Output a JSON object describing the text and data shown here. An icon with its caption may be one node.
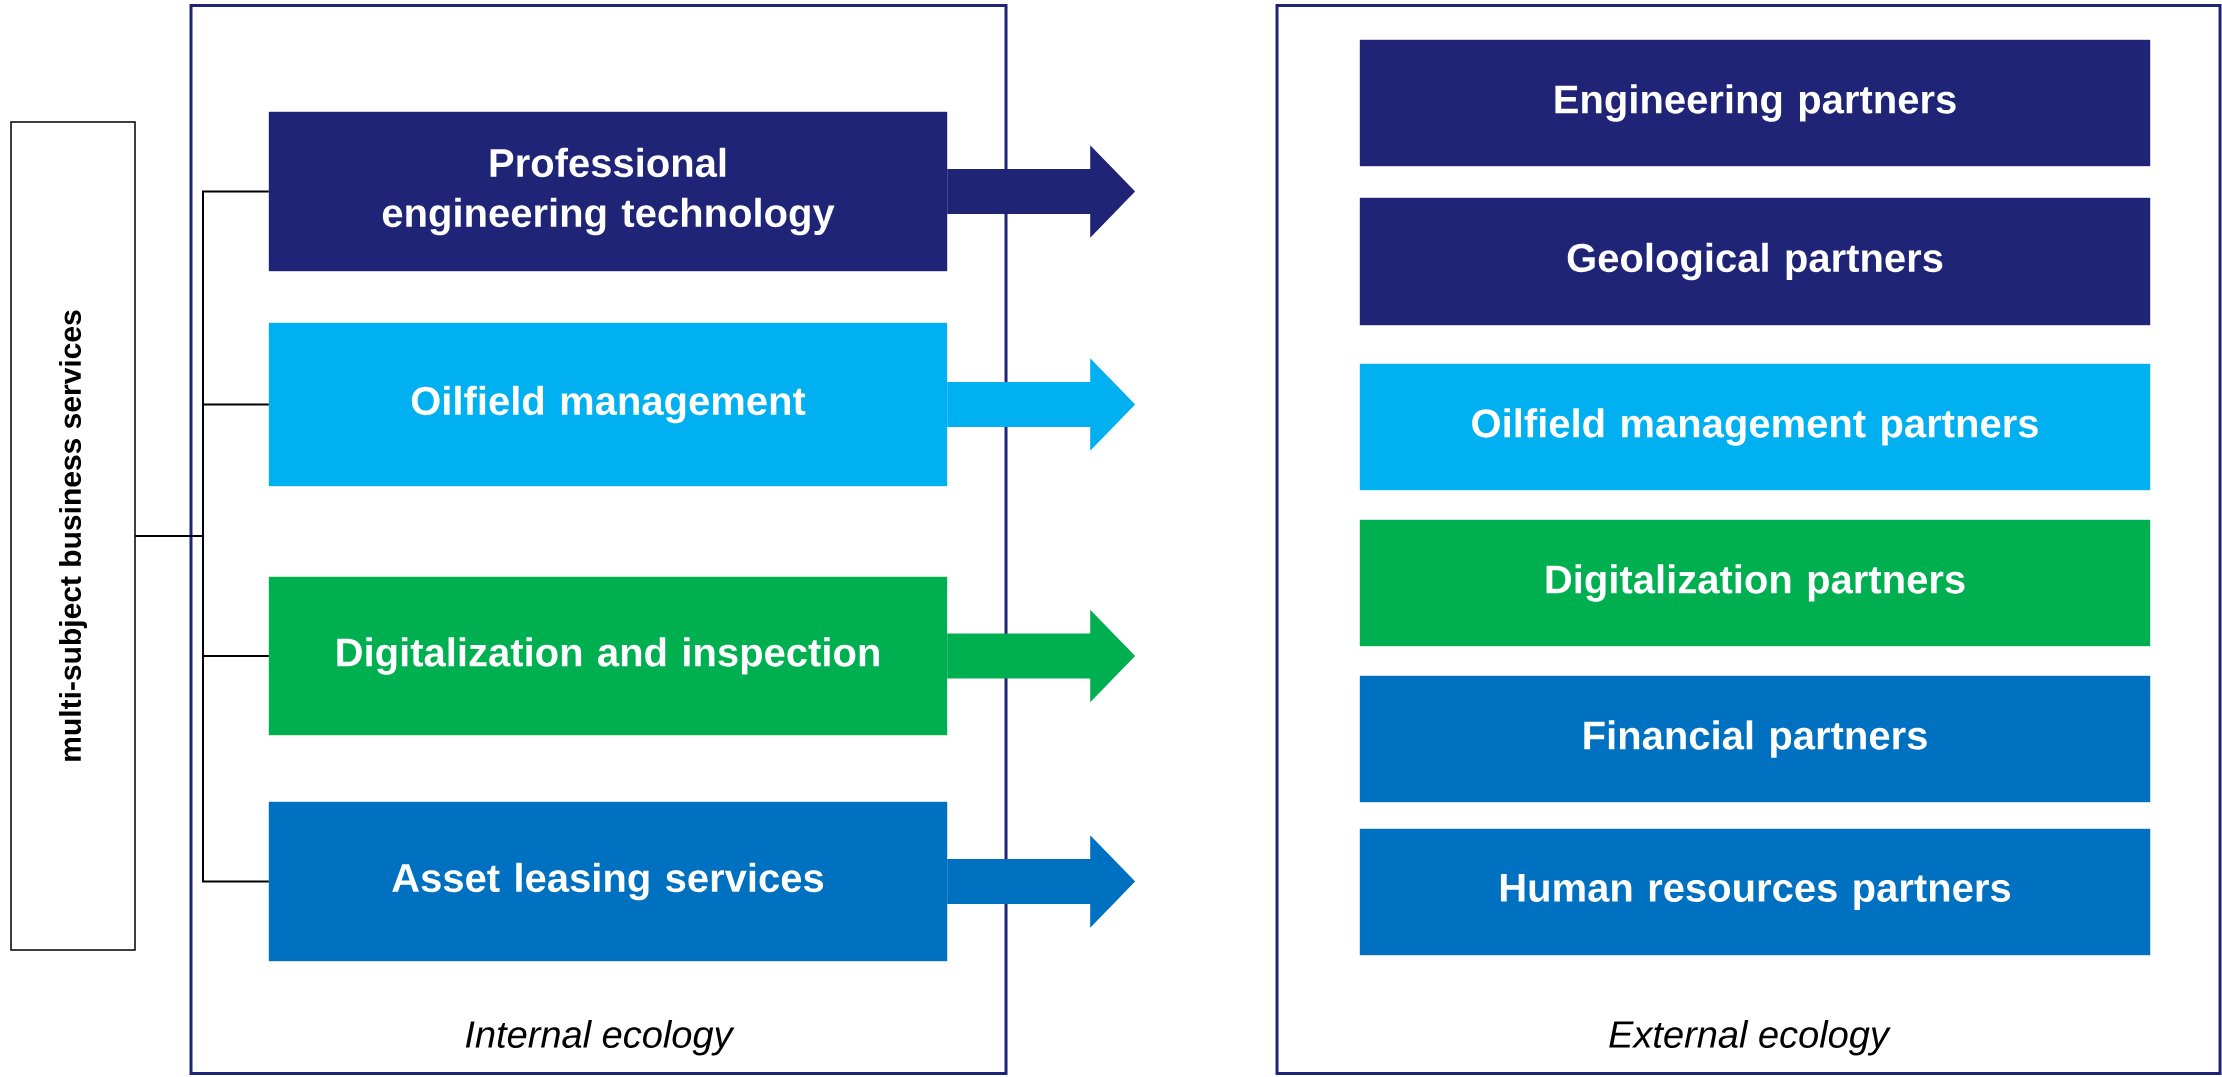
{
  "diagram": {
    "nodes": [
      {
        "text": [
          "multi-subject business services"
        ]
      },
      {
        "text": [
          "Internal ecology"
        ]
      },
      {
        "text": [
          "Professional engineering technology"
        ],
        "in": 1
      },
      {
        "text": [
          "Oilfield management"
        ],
        "in": 1
      },
      {
        "text": [
          "Digitalization and inspection"
        ],
        "in": 1
      },
      {
        "text": [
          "Asset leasing services"
        ],
        "in": 1
      },
      {
        "text": [
          "External ecology"
        ]
      },
      {
        "text": [
          "Engineering partners"
        ],
        "in": 6
      },
      {
        "text": [
          "Geological partners"
        ],
        "in": 6
      },
      {
        "text": [
          "Oilfield management partners"
        ],
        "in": 6
      },
      {
        "text": [
          "Digitalization partners"
        ],
        "in": 6
      },
      {
        "text": [
          "Financial partners"
        ],
        "in": 6
      },
      {
        "text": [
          "Human resources partners"
        ],
        "in": 6
      }
    ],
    "edges": [
      {
        "from": 0,
        "to": 2,
        "arrow": "none"
      },
      {
        "from": 0,
        "to": 3,
        "arrow": "none"
      },
      {
        "from": 0,
        "to": 4,
        "arrow": "none"
      },
      {
        "from": 0,
        "to": 5,
        "arrow": "none"
      },
      {
        "from": 2,
        "to": null,
        "arrow": "to",
        "style": "thick",
        "color": "#1f2476"
      },
      {
        "from": 3,
        "to": null,
        "arrow": "to",
        "style": "thick",
        "color": "#00b0f0"
      },
      {
        "from": 4,
        "to": null,
        "arrow": "to",
        "style": "thick",
        "color": "#00b050"
      },
      {
        "from": 5,
        "to": null,
        "arrow": "to",
        "style": "thick",
        "color": "#0070c0"
      }
    ]
  }
}
